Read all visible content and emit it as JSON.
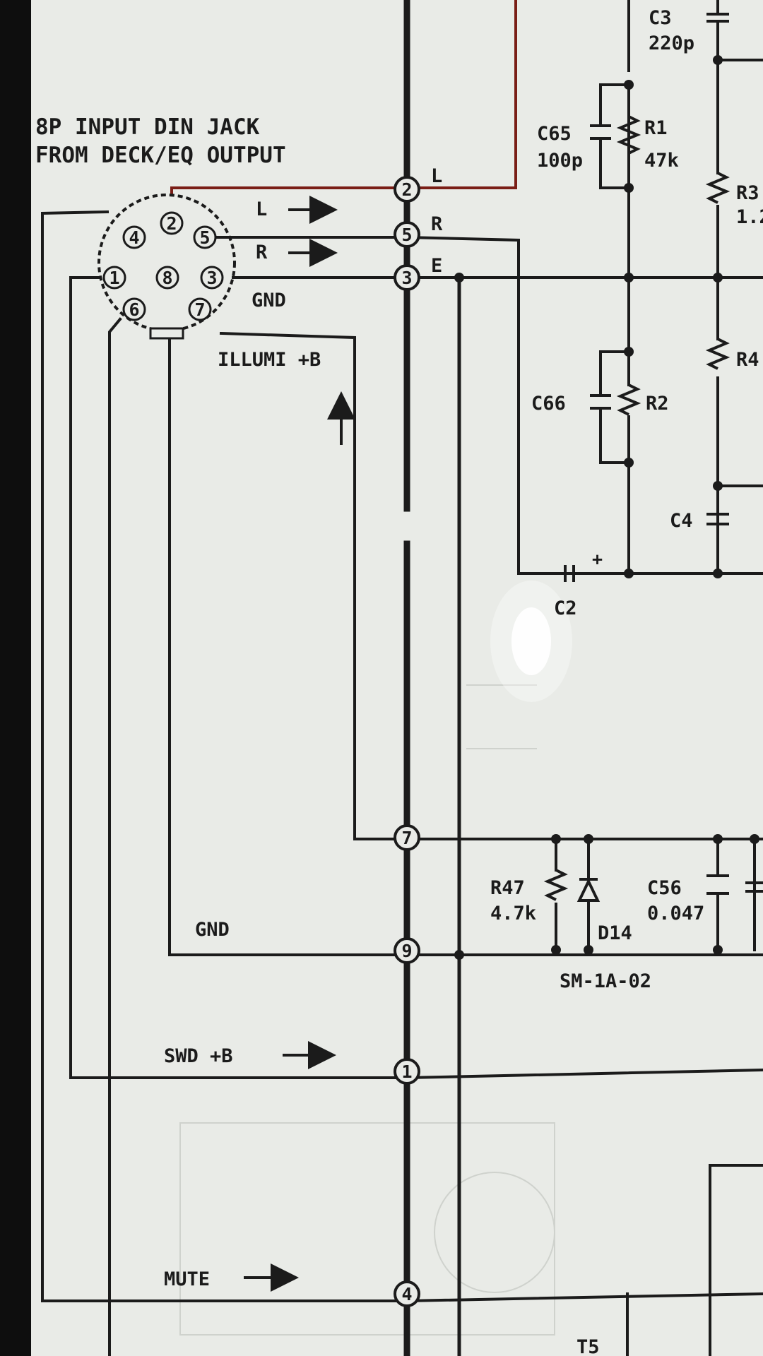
{
  "jack": {
    "title_line1": "8P INPUT DIN JACK",
    "title_line2": "FROM DECK/EQ OUTPUT",
    "pins": [
      "1",
      "2",
      "3",
      "4",
      "5",
      "6",
      "7",
      "8"
    ]
  },
  "signals": {
    "l_label": "L",
    "r_label": "R",
    "gnd_label": "GND",
    "illumi_label": "ILLUMI +B",
    "gnd2_label": "GND",
    "swd_label": "SWD +B",
    "mute_label": "MUTE"
  },
  "connector": {
    "pins": [
      "2",
      "5",
      "3",
      "7",
      "9",
      "1",
      "4"
    ],
    "side_labels": [
      "L",
      "R",
      "E"
    ]
  },
  "components": {
    "c3_name": "C3",
    "c3_value": "220p",
    "c65_name": "C65",
    "c65_value": "100p",
    "r1_name": "R1",
    "r1_value": "47k",
    "r3_name": "R3",
    "r3_value": "1.2",
    "r4_name": "R4",
    "c66_name": "C66",
    "r2_name": "R2",
    "c4_name": "C4",
    "c2_name": "C2",
    "c2_polarity": "+",
    "r47_name": "R47",
    "r47_value": "4.7k",
    "d14_name": "D14",
    "c56_name": "C56",
    "c56_value": "0.047",
    "board_label": "SM-1A-02",
    "t5_name": "T5"
  },
  "colors": {
    "sheet": "#e9ebe7",
    "ink": "#1b1b1b",
    "red_wire": "#7a1e16",
    "border": "#0e0e0e"
  }
}
